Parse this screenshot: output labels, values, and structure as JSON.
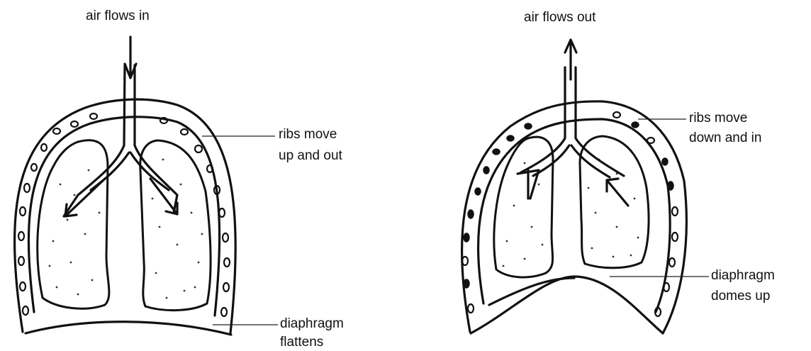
{
  "inhale": {
    "title": "air flows in",
    "ribs_label": [
      "ribs move",
      "up and out"
    ],
    "diaphragm_label": [
      "diaphragm",
      "flattens"
    ]
  },
  "exhale": {
    "title": "air flows out",
    "ribs_label": [
      "ribs move",
      "down and in"
    ],
    "diaphragm_label": [
      "diaphragm",
      "domes up"
    ]
  }
}
